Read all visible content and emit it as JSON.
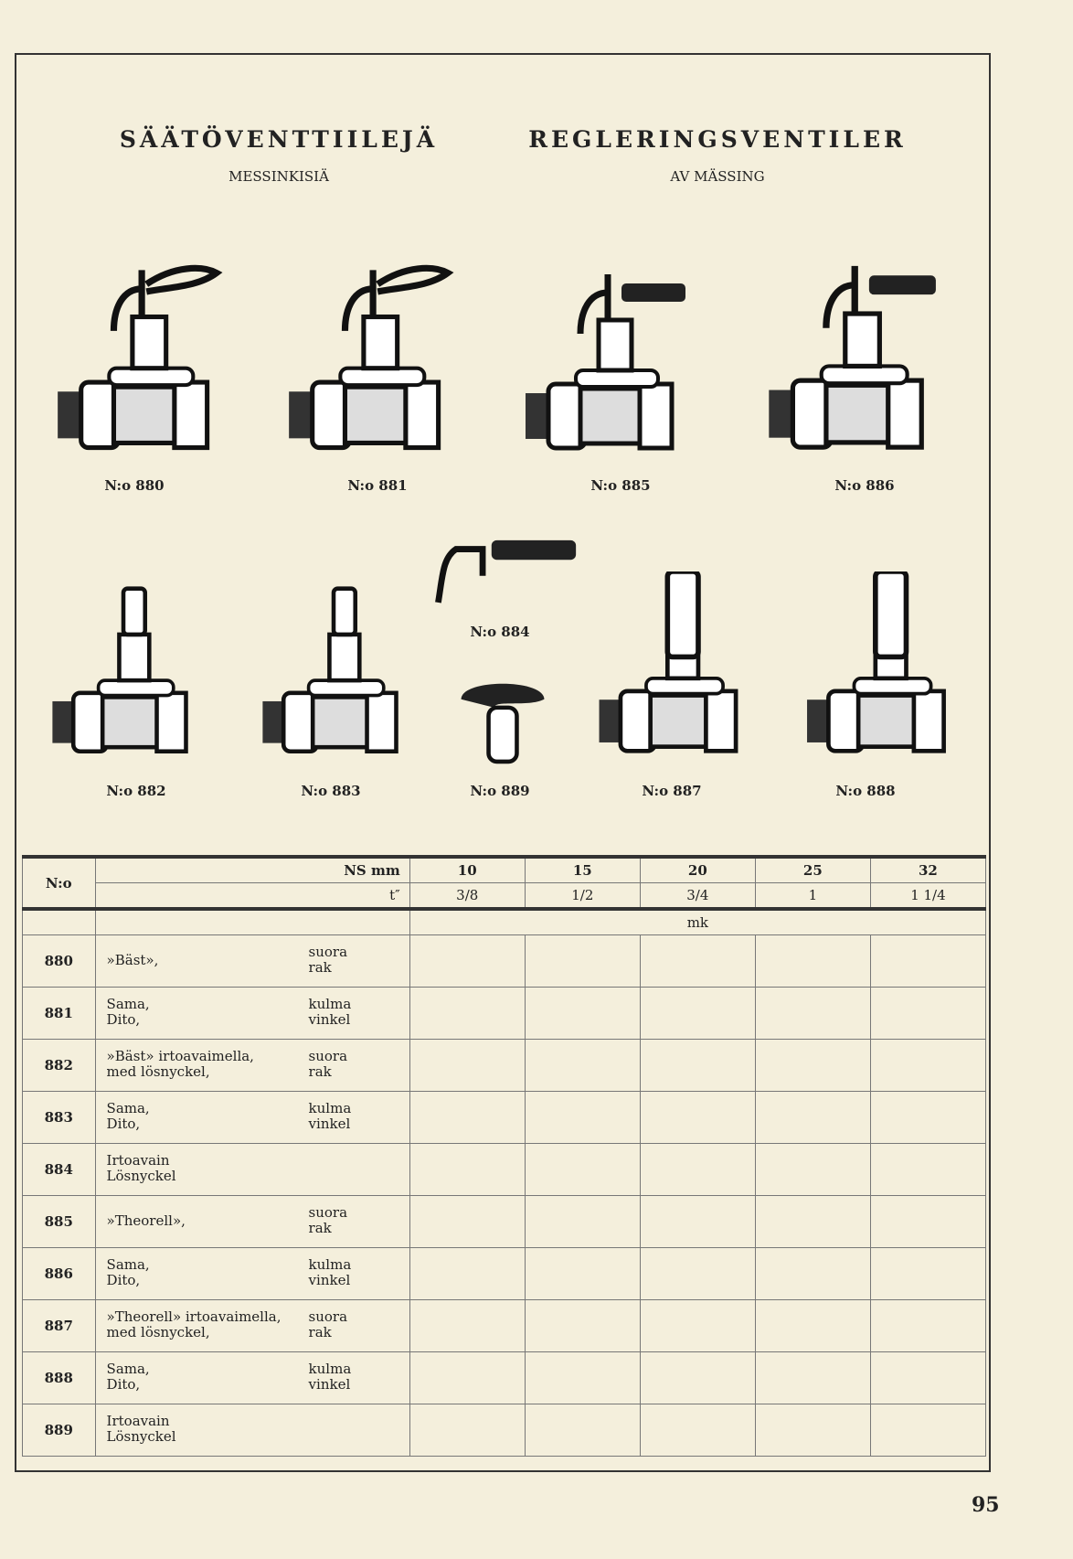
{
  "heading": {
    "fi_title": "SÄÄTÖVENTTIILEJÄ",
    "fi_sub": "MESSINKISIÄ",
    "sv_title": "REGLERINGSVENTILER",
    "sv_sub": "AV MÄSSING"
  },
  "products": [
    {
      "label": "N:o 880",
      "icon": "valve-lever-straight"
    },
    {
      "label": "N:o 881",
      "icon": "valve-lever-angle"
    },
    {
      "label": "N:o 885",
      "icon": "valve-handle-straight"
    },
    {
      "label": "N:o 886",
      "icon": "valve-handle-angle"
    },
    {
      "label": "N:o 884",
      "icon": "loose-key-handle"
    },
    {
      "label": "N:o 882",
      "icon": "valve-cap-straight"
    },
    {
      "label": "N:o 883",
      "icon": "valve-cap-angle"
    },
    {
      "label": "N:o 889",
      "icon": "loose-key-t"
    },
    {
      "label": "N:o 887",
      "icon": "valve-tallcap-straight"
    },
    {
      "label": "N:o 888",
      "icon": "valve-tallcap-angle"
    }
  ],
  "table": {
    "col_no": "N:o",
    "ns_label": "NS mm",
    "inch_label": "t″",
    "unit": "mk",
    "sizes_mm": [
      "10",
      "15",
      "20",
      "25",
      "32"
    ],
    "sizes_in": [
      "3/8",
      "1/2",
      "3/4",
      "1",
      "1 1/4"
    ],
    "rows": [
      {
        "no": "880",
        "a": "»Bäst»,",
        "b": "",
        "c": "suora",
        "d": "rak"
      },
      {
        "no": "881",
        "a": "Sama,",
        "b": "Dito,",
        "c": "kulma",
        "d": "vinkel"
      },
      {
        "no": "882",
        "a": "»Bäst» irtoavaimella,",
        "b": "med lösnyckel,",
        "c": "suora",
        "d": "rak"
      },
      {
        "no": "883",
        "a": "Sama,",
        "b": "Dito,",
        "c": "kulma",
        "d": "vinkel"
      },
      {
        "no": "884",
        "a": "Irtoavain",
        "b": "Lösnyckel",
        "c": "",
        "d": ""
      },
      {
        "no": "885",
        "a": "»Theorell»,",
        "b": "",
        "c": "suora",
        "d": "rak"
      },
      {
        "no": "886",
        "a": "Sama,",
        "b": "Dito,",
        "c": "kulma",
        "d": "vinkel"
      },
      {
        "no": "887",
        "a": "»Theorell» irtoavaimella,",
        "b": "med lösnyckel,",
        "c": "suora",
        "d": "rak"
      },
      {
        "no": "888",
        "a": "Sama,",
        "b": "Dito,",
        "c": "kulma",
        "d": "vinkel"
      },
      {
        "no": "889",
        "a": "Irtoavain",
        "b": "Lösnyckel",
        "c": "",
        "d": ""
      }
    ]
  },
  "page_number": "95"
}
